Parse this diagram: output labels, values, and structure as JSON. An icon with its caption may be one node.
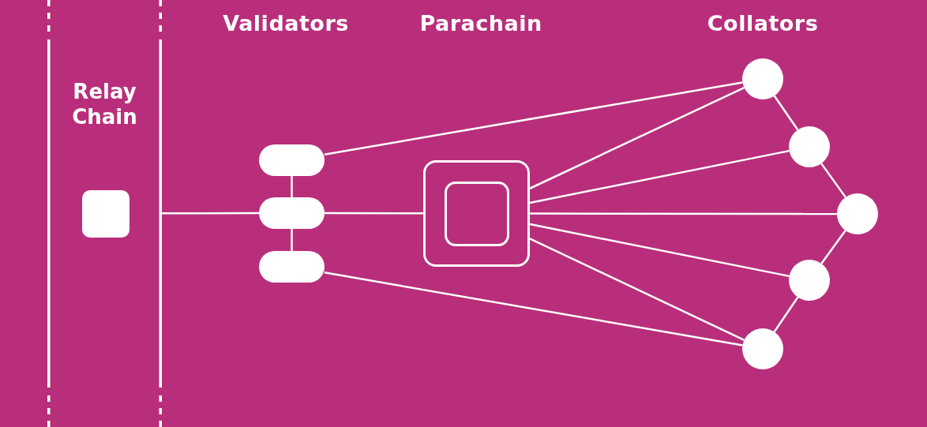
{
  "diagram": {
    "nodes": [
      {
        "text": [
          "Relay Chain"
        ]
      },
      {
        "text": [],
        "shape": "box",
        "in": 0
      },
      {
        "text": [],
        "shape": "box"
      },
      {
        "text": [],
        "shape": "box"
      },
      {
        "text": [],
        "shape": "box"
      },
      {
        "text": [],
        "shape": "box"
      },
      {
        "text": [],
        "shape": "box",
        "in": 5
      },
      {
        "text": [],
        "shape": "circle"
      },
      {
        "text": [],
        "shape": "circle"
      },
      {
        "text": [],
        "shape": "circle"
      },
      {
        "text": [],
        "shape": "circle"
      },
      {
        "text": [],
        "shape": "circle"
      }
    ],
    "edges": [
      {
        "from": 0,
        "to": 3,
        "arrow": "none"
      },
      {
        "from": 2,
        "to": 3,
        "arrow": "none"
      },
      {
        "from": 3,
        "to": 4,
        "arrow": "none"
      },
      {
        "from": 2,
        "to": 7,
        "arrow": "none"
      },
      {
        "from": 3,
        "to": 5,
        "arrow": "none"
      },
      {
        "from": 4,
        "to": 11,
        "arrow": "none"
      },
      {
        "from": 5,
        "to": 7,
        "arrow": "none"
      },
      {
        "from": 5,
        "to": 8,
        "arrow": "none"
      },
      {
        "from": 5,
        "to": 9,
        "arrow": "none"
      },
      {
        "from": 5,
        "to": 10,
        "arrow": "none"
      },
      {
        "from": 5,
        "to": 11,
        "arrow": "none"
      },
      {
        "from": 7,
        "to": 8,
        "arrow": "none"
      },
      {
        "from": 8,
        "to": 9,
        "arrow": "none"
      },
      {
        "from": 9,
        "to": 10,
        "arrow": "none"
      },
      {
        "from": 10,
        "to": 11,
        "arrow": "none"
      }
    ],
    "labels": [
      "Validators",
      "Parachain",
      "Collators"
    ]
  }
}
